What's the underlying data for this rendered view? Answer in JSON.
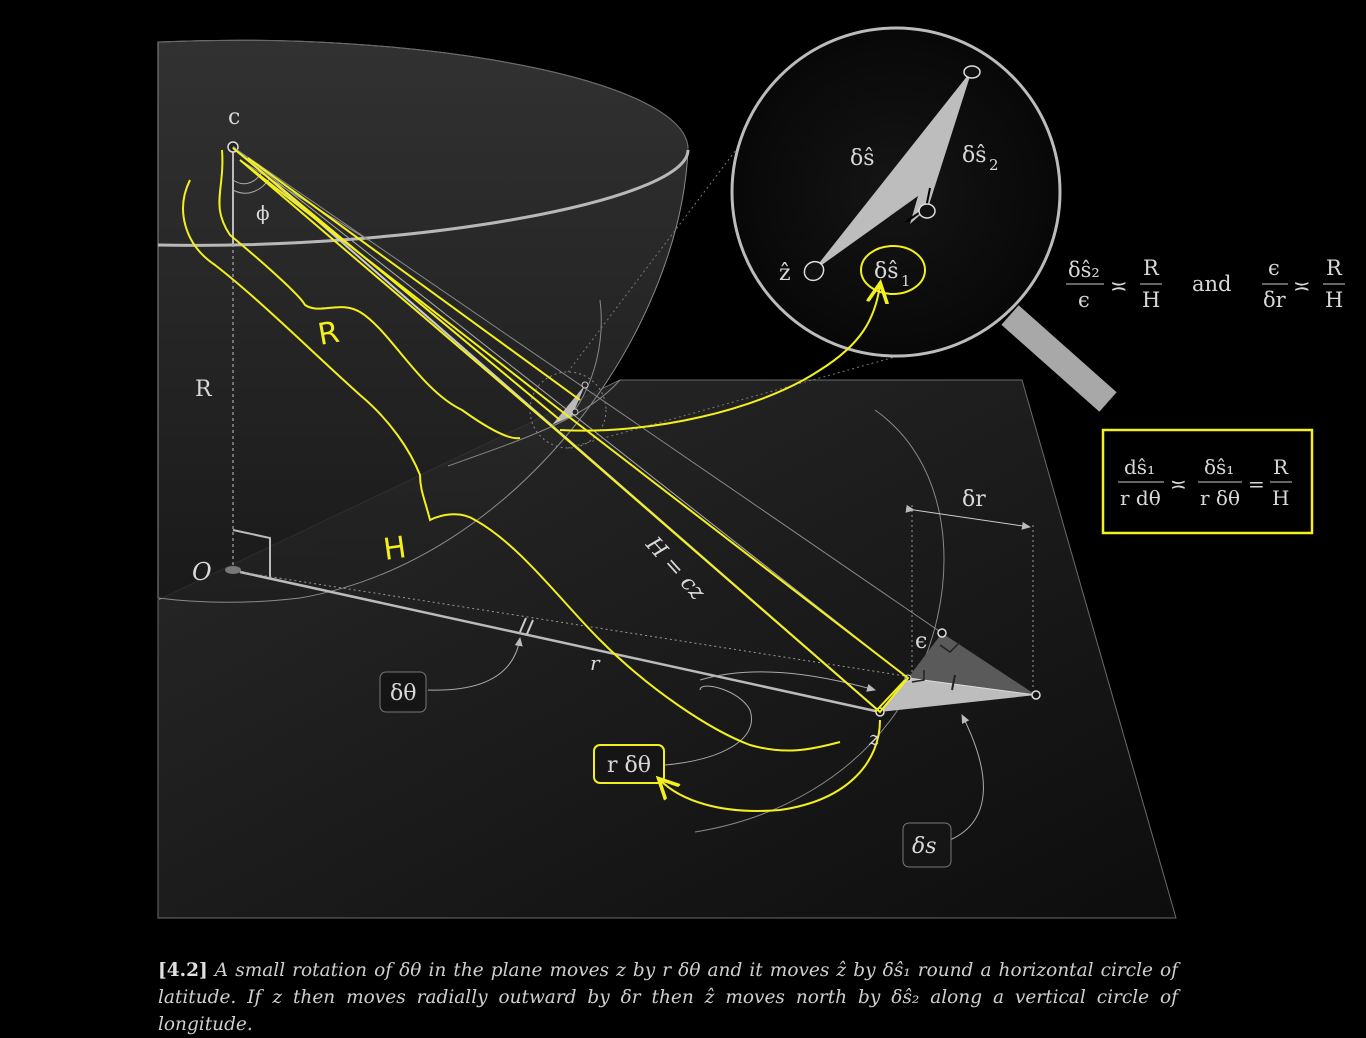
{
  "labels": {
    "c": "c",
    "phi": "ϕ",
    "R_axis": "R",
    "O": "O",
    "R_hand": "R",
    "H_hand": "H",
    "H_eq": "H = cz",
    "r": "r",
    "z": "z",
    "epsilon": "ϵ",
    "delta_r": "δr",
    "delta_theta": "δθ",
    "r_delta_theta": "r δθ",
    "delta_s": "δs",
    "inset_ds": "δŝ",
    "inset_ds2": "δŝ",
    "inset_ds2_sub": "2",
    "inset_zhat": "ẑ",
    "inset_ds1": "δŝ",
    "inset_ds1_sub": "1"
  },
  "equations": {
    "eq1_num": "δŝ₂",
    "eq1_den": "ϵ",
    "asymp": "≍",
    "eq1_rhs_num": "R",
    "eq1_rhs_den": "H",
    "and": "and",
    "eq2_num": "ϵ",
    "eq2_den": "δr",
    "eq2_rhs_num": "R",
    "eq2_rhs_den": "H",
    "box_frac1_num": "dŝ₁",
    "box_frac1_den": "r dθ",
    "box_frac2_num": "δŝ₁",
    "box_frac2_den": "r δθ",
    "equals": "=",
    "box_rhs_num": "R",
    "box_rhs_den": "H"
  },
  "caption": {
    "number": "[4.2]",
    "text": "A small rotation of δθ in the plane moves z by r δθ and it moves ẑ by δŝ₁ round a horizontal circle of latitude. If z then moves radially outward by δr then ẑ moves north by δŝ₂ along a vertical circle of longitude."
  },
  "colors": {
    "background": "#000000",
    "annotation_yellow": "#f3f01e",
    "line_gray": "#c8c8c8"
  }
}
